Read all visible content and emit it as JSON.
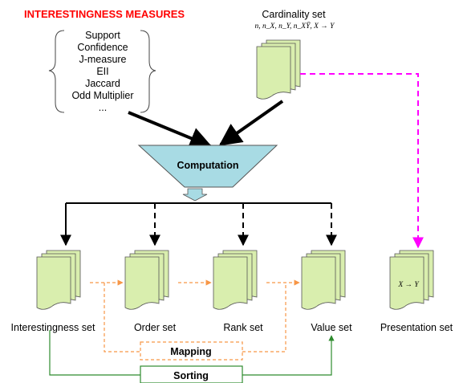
{
  "header": {
    "title": "INTERESTINGNESS MEASURES"
  },
  "measures": [
    "Support",
    "Confidence",
    "J-measure",
    "EII",
    "Jaccard",
    "Odd Multiplier",
    "..."
  ],
  "cardinality": {
    "label": "Cardinality set",
    "formula": "n, n_X, n_Y, n_XȲ, X → Y"
  },
  "computation": {
    "label": "Computation"
  },
  "sets": {
    "interestingness": "Interestingness set",
    "order": "Order set",
    "rank": "Rank set",
    "value": "Value set",
    "presentation": "Presentation set",
    "presentation_rule": "X → Y"
  },
  "processes": {
    "mapping": "Mapping",
    "sorting": "Sorting"
  },
  "colors": {
    "doc_fill": "#d9eeae",
    "funnel_fill": "#a8dbe4",
    "title": "#ff0000",
    "magenta": "#ff00ff",
    "mapping": "#f79646",
    "sorting": "#2e8b2e"
  }
}
